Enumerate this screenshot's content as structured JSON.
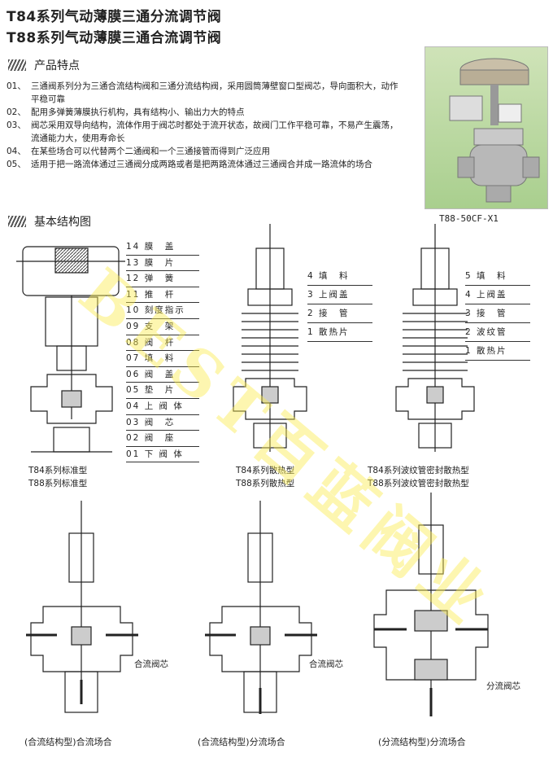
{
  "titles": [
    "T84系列气动薄膜三通分流调节阀",
    "T88系列气动薄膜三通合流调节阀"
  ],
  "features_heading": "产品特点",
  "features": [
    {
      "num": "01、",
      "text": "三通阀系列分为三通合流结构阀和三通分流结构阀，采用圆筒薄壁窗口型阀芯，导向面积大，动作平稳可靠"
    },
    {
      "num": "02、",
      "text": "配用多弹簧薄膜执行机构，具有结构小、输出力大的特点"
    },
    {
      "num": "03、",
      "text": "阀芯采用双导向结构，流体作用于阀芯时都处于流开状态，故阀门工作平稳可靠，不易产生震荡，流通能力大，使用寿命长"
    },
    {
      "num": "04、",
      "text": "在某些场合可以代替两个二通阀和一个三通接管而得到广泛应用"
    },
    {
      "num": "05、",
      "text": "适用于把一路流体通过三通阀分成两路或者是把两路流体通过三通阀合并成一路流体的场合"
    }
  ],
  "photo_caption": "T88-50CF-X1",
  "structure_heading": "基本结构图",
  "watermark": "BEST百蓝阀业",
  "legend_main": [
    "14 膜　盖",
    "13 膜　片",
    "12 弹　簧",
    "11 推　杆",
    "10 刻度指示",
    "09 支　架",
    "08 阀　杆",
    "07 填　料",
    "06 阀　盖",
    "05 垫　片",
    "04 上 阀 体",
    "03 阀　芯",
    "02 阀　座",
    "01 下 阀 体"
  ],
  "legend_mid": [
    "4 填　料",
    "3 上阀盖",
    "2 接　管",
    "1 散热片"
  ],
  "legend_right": [
    "5 填　料",
    "4 上阀盖",
    "3 接　管",
    "2 波纹管",
    "1 散热片"
  ],
  "type_labels": [
    [
      "T84系列标准型",
      "T88系列标准型"
    ],
    [
      "T84系列散热型",
      "T88系列散热型"
    ],
    [
      "T84系列波纹管密封散热型",
      "T88系列波纹管密封散热型"
    ]
  ],
  "core_labels": [
    "合流阀芯",
    "合流阀芯",
    "分流阀芯"
  ],
  "bottom_labels": [
    "(合流结构型)合流场合",
    "(合流结构型)分流场合",
    "(分流结构型)分流场合"
  ]
}
